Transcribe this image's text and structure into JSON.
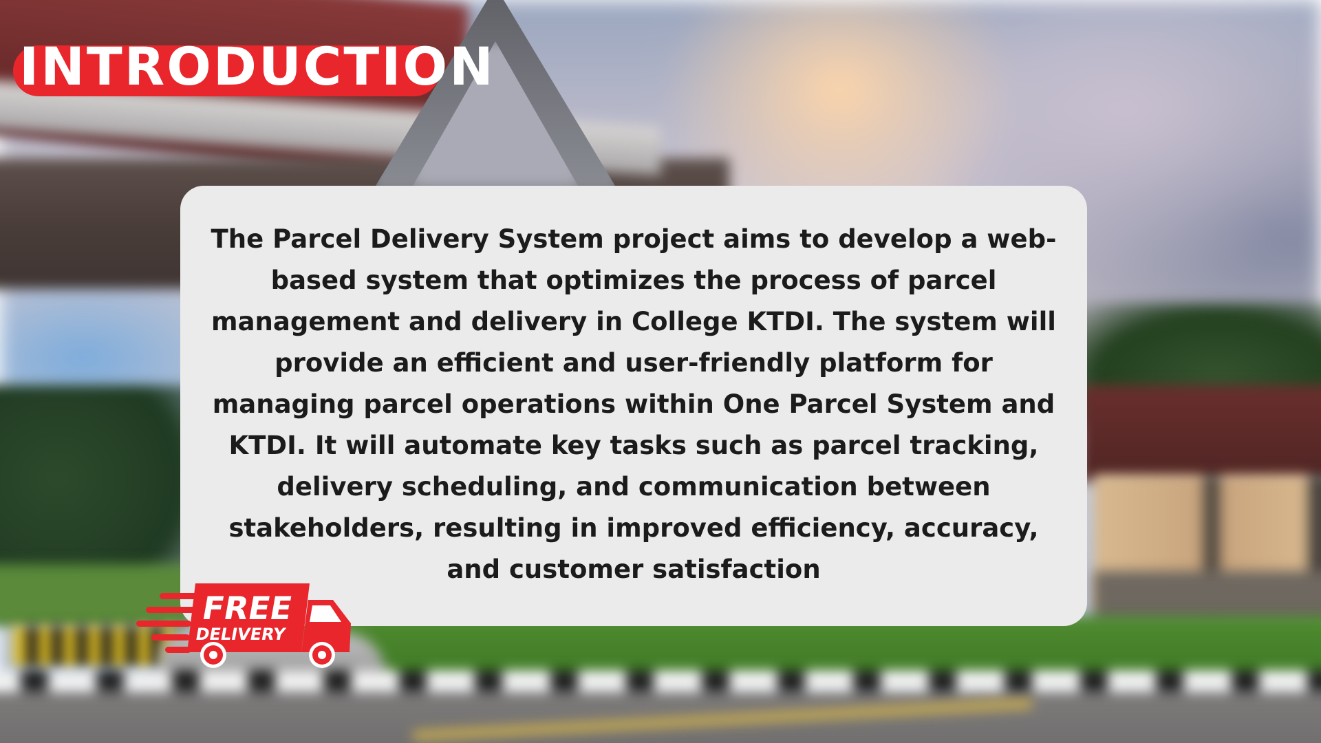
{
  "slide": {
    "title": "INTRODUCTION",
    "body": "The Parcel Delivery System project aims to develop a web-based system that optimizes the process of parcel management and delivery in College KTDI. The system will provide an efficient and user-friendly platform for managing parcel operations within One Parcel System and KTDI. It will automate key tasks such as parcel tracking, delivery scheduling, and communication between stakeholders, resulting in improved efficiency, accuracy, and customer satisfaction"
  },
  "logo": {
    "icon": "delivery-truck-icon",
    "line1": "FREE",
    "line2": "DELIVERY"
  },
  "colors": {
    "accent_red": "#e8262c",
    "card_bg": "#ebebeb",
    "body_text": "#1b1b1b",
    "title_text": "#ffffff"
  }
}
